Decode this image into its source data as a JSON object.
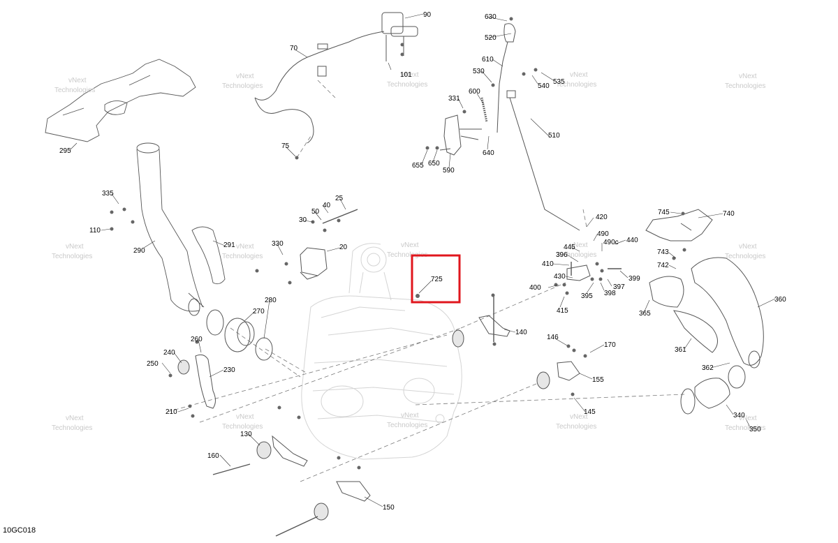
{
  "figure_code": "10GC018",
  "watermark": {
    "line1": "vNext",
    "line2": "Technologies"
  },
  "highlight_color": "#e0161d",
  "labels": [
    "90",
    "630",
    "70",
    "520",
    "610",
    "101",
    "530",
    "540",
    "535",
    "600",
    "331",
    "295",
    "510",
    "640",
    "75",
    "655",
    "650",
    "590",
    "335",
    "25",
    "745",
    "740",
    "40",
    "110",
    "50",
    "420",
    "30",
    "490",
    "290",
    "291",
    "330",
    "20",
    "445",
    "396",
    "490c",
    "440",
    "743",
    "742",
    "410",
    "725",
    "430",
    "400",
    "397",
    "399",
    "415",
    "395",
    "398",
    "360",
    "280",
    "270",
    "140",
    "365",
    "260",
    "146",
    "170",
    "361",
    "240",
    "250",
    "230",
    "155",
    "362",
    "210",
    "145",
    "340",
    "350",
    "130",
    "160",
    "150"
  ],
  "icons": [
    "engine-drawing-icon",
    "part-drawing-icon"
  ]
}
